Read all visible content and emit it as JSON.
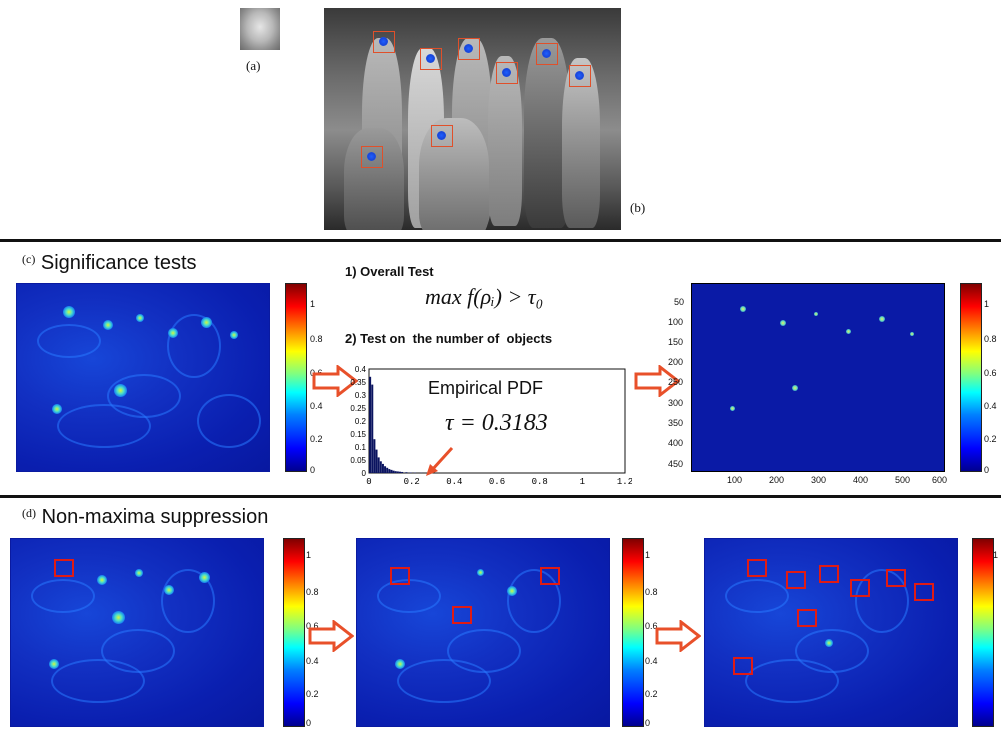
{
  "panel_a": {
    "label": "(a)"
  },
  "panel_b": {
    "label": "(b)"
  },
  "panel_c": {
    "label": "(c)",
    "title": "Significance tests",
    "overall_test_label": "1) Overall Test",
    "overall_test_formula": "max f(ρᵢ) > τ₀",
    "number_test_label": "2) Test on  the number of  objects",
    "empirical_title": "Empirical PDF",
    "tau_label": "τ = 0.3183",
    "colorbar_ticks": [
      "1",
      "0.8",
      "0.6",
      "0.4",
      "0.2",
      "0"
    ],
    "colorbar_ticks_right": [
      "1",
      "0.8",
      "0.6",
      "0.4",
      "0.2",
      "0"
    ]
  },
  "panel_d": {
    "label": "(d)",
    "title": "Non-maxima suppression",
    "colorbar_ticks": [
      "1",
      "0.8",
      "0.6",
      "0.4",
      "0.2",
      "0"
    ]
  },
  "chart_data": {
    "type": "bar",
    "title": "Empirical PDF",
    "annotation": "τ = 0.3183",
    "x": [
      0.01,
      0.02,
      0.03,
      0.04,
      0.05,
      0.06,
      0.07,
      0.08,
      0.09,
      0.1,
      0.11,
      0.12,
      0.13,
      0.14,
      0.15,
      0.16,
      0.18,
      0.2,
      0.22,
      0.25,
      0.3
    ],
    "values": [
      0.37,
      0.34,
      0.13,
      0.09,
      0.06,
      0.045,
      0.035,
      0.026,
      0.02,
      0.015,
      0.012,
      0.009,
      0.007,
      0.006,
      0.005,
      0.004,
      0.003,
      0.002,
      0.0015,
      0.001,
      0.0005
    ],
    "x_ticks": [
      "0",
      "0.2",
      "0.4",
      "0.6",
      "0.8",
      "1",
      "1.2"
    ],
    "y_ticks": [
      "0",
      "0.05",
      "0.1",
      "0.15",
      "0.2",
      "0.25",
      "0.3",
      "0.35",
      "0.4"
    ],
    "xlim": [
      0,
      1.2
    ],
    "ylim": [
      0,
      0.4
    ],
    "xlabel": "",
    "ylabel": ""
  },
  "detected_map": {
    "x_ticks": [
      "100",
      "200",
      "300",
      "400",
      "500",
      "600"
    ],
    "y_ticks": [
      "50",
      "100",
      "150",
      "200",
      "250",
      "300",
      "350",
      "400",
      "450"
    ]
  },
  "colors": {
    "heat": "#0a1aa6",
    "box": "#e01b14",
    "arrow": "#e8502a"
  }
}
